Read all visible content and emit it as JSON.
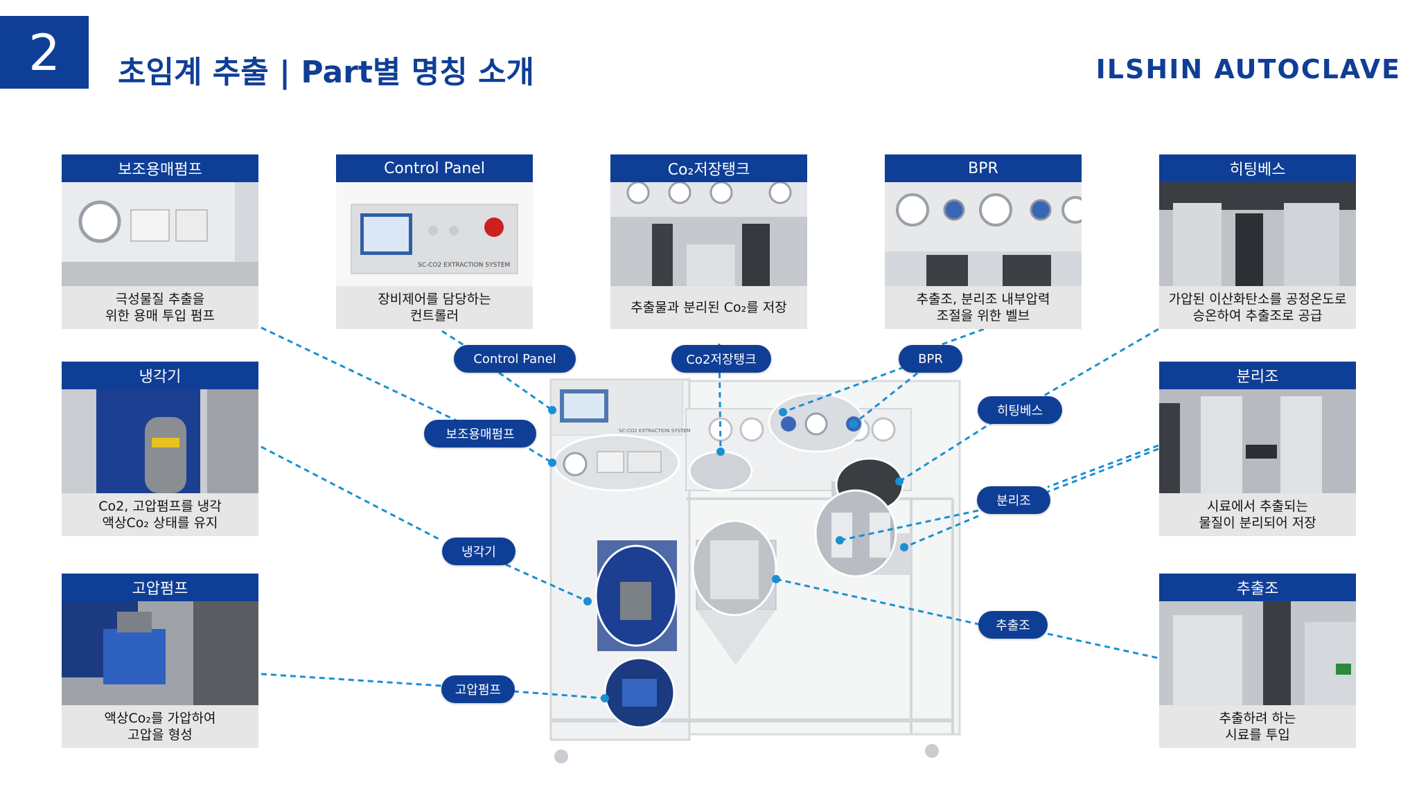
{
  "header": {
    "section_number": "2",
    "title": "초임계 추출  |  Part별 명칭 소개",
    "brand": "ILSHIN AUTOCLAVE"
  },
  "cards": {
    "aux_pump": {
      "title": "보조용매펌프",
      "desc": "극성물질 추출을\n위한 용매 투입 펌프"
    },
    "control_panel": {
      "title": "Control Panel",
      "desc": "장비제어를 담당하는\n컨트롤러",
      "panel_text": "SC-CO2 EXTRACTION SYSTEM"
    },
    "co2_tank": {
      "title": "Co₂저장탱크",
      "desc": "추출물과 분리된 Co₂를 저장"
    },
    "bpr": {
      "title": "BPR",
      "desc": "추출조, 분리조 내부압력\n조절을 위한 벨브"
    },
    "heating_bath": {
      "title": "히팅베스",
      "desc": "가압된 이산화탄소를 공정온도로\n승온하여 추출조로 공급"
    },
    "chiller": {
      "title": "냉각기",
      "desc": "Co2, 고압펌프를 냉각\n액상Co₂ 상태를 유지"
    },
    "separator": {
      "title": "분리조",
      "desc": "시료에서 추출되는\n물질이 분리되어 저장"
    },
    "hp_pump": {
      "title": "고압펌프",
      "desc": "액상Co₂를 가압하여\n고압을 형성"
    },
    "extractor": {
      "title": "추출조",
      "desc": "추출하려 하는\n시료를 투입"
    }
  },
  "pills": {
    "control_panel": "Control Panel",
    "co2_tank": "Co2저장탱크",
    "bpr": "BPR",
    "aux_pump": "보조용매펌프",
    "heating_bath": "히팅베스",
    "separator": "분리조",
    "chiller": "냉각기",
    "extractor": "추출조",
    "hp_pump": "고압펌프"
  },
  "machine": {
    "panel_label": "SC-CO2 EXTRACTION SYSTEM"
  },
  "colors": {
    "brand_blue": "#0f3e96",
    "leader_line": "#1a8fd1",
    "card_bg": "#e6e6e6"
  }
}
